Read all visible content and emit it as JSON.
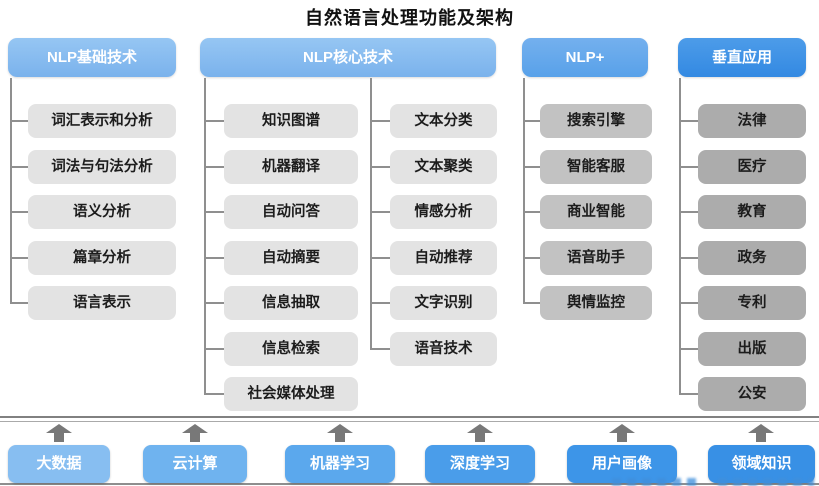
{
  "title": "自然语言处理功能及架构",
  "columns": {
    "basic": {
      "header": "NLP基础技术",
      "items": [
        "词汇表示和分析",
        "词法与句法分析",
        "语义分析",
        "篇章分析",
        "语言表示"
      ]
    },
    "core": {
      "header": "NLP核心技术",
      "items_left": [
        "知识图谱",
        "机器翻译",
        "自动问答",
        "自动摘要",
        "信息抽取",
        "信息检索",
        "社会媒体处理"
      ],
      "items_right": [
        "文本分类",
        "文本聚类",
        "情感分析",
        "自动推荐",
        "文字识别",
        "语音技术"
      ]
    },
    "plus": {
      "header": "NLP+",
      "items": [
        "搜索引擎",
        "智能客服",
        "商业智能",
        "语音助手",
        "舆情监控"
      ]
    },
    "vertical": {
      "header": "垂直应用",
      "items": [
        "法律",
        "医疗",
        "教育",
        "政务",
        "专利",
        "出版",
        "公安"
      ]
    }
  },
  "foundation": {
    "items": [
      "大数据",
      "云计算",
      "机器学习",
      "深度学习",
      "用户画像",
      "领域知识"
    ],
    "arrow_icon": "up-arrow"
  },
  "colors": {
    "header_light_blue": "#7fb5ee",
    "header_mid_blue": "#5ea6ea",
    "header_dark_blue": "#3c90e4",
    "item_light_gray": "#e3e3e3",
    "item_mid_gray": "#c2c2c2",
    "item_dark_gray": "#acacac",
    "foundation_blues": [
      "#87bef1",
      "#6fb3ef",
      "#5ba8ed",
      "#4a9dea",
      "#3d95e8",
      "#3890e5"
    ],
    "connector_gray": "#8f8f8f",
    "title_text": "#111111"
  }
}
